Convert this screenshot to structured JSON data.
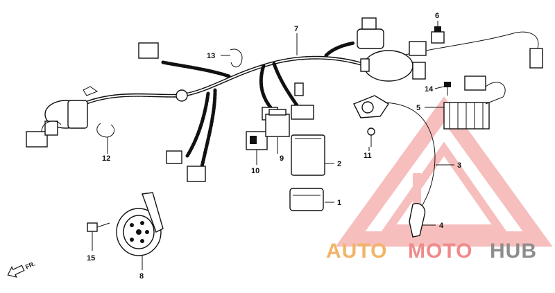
{
  "callouts": {
    "c1": "1",
    "c2": "2",
    "c3": "3",
    "c4": "4",
    "c5": "5",
    "c6": "6",
    "c7": "7",
    "c8": "8",
    "c9": "9",
    "c10": "10",
    "c11": "11",
    "c12": "12",
    "c13": "13",
    "c14": "14",
    "c15": "15"
  },
  "front_marker": "FR.",
  "watermark": {
    "part_auto": "AUTO",
    "part_moto": "MOTO",
    "part_hub": "HUB",
    "colors": {
      "triangle": "#f4a3a3",
      "auto": "#f2b468",
      "moto": "#f08a8a",
      "hub": "#8d8d8d"
    }
  }
}
